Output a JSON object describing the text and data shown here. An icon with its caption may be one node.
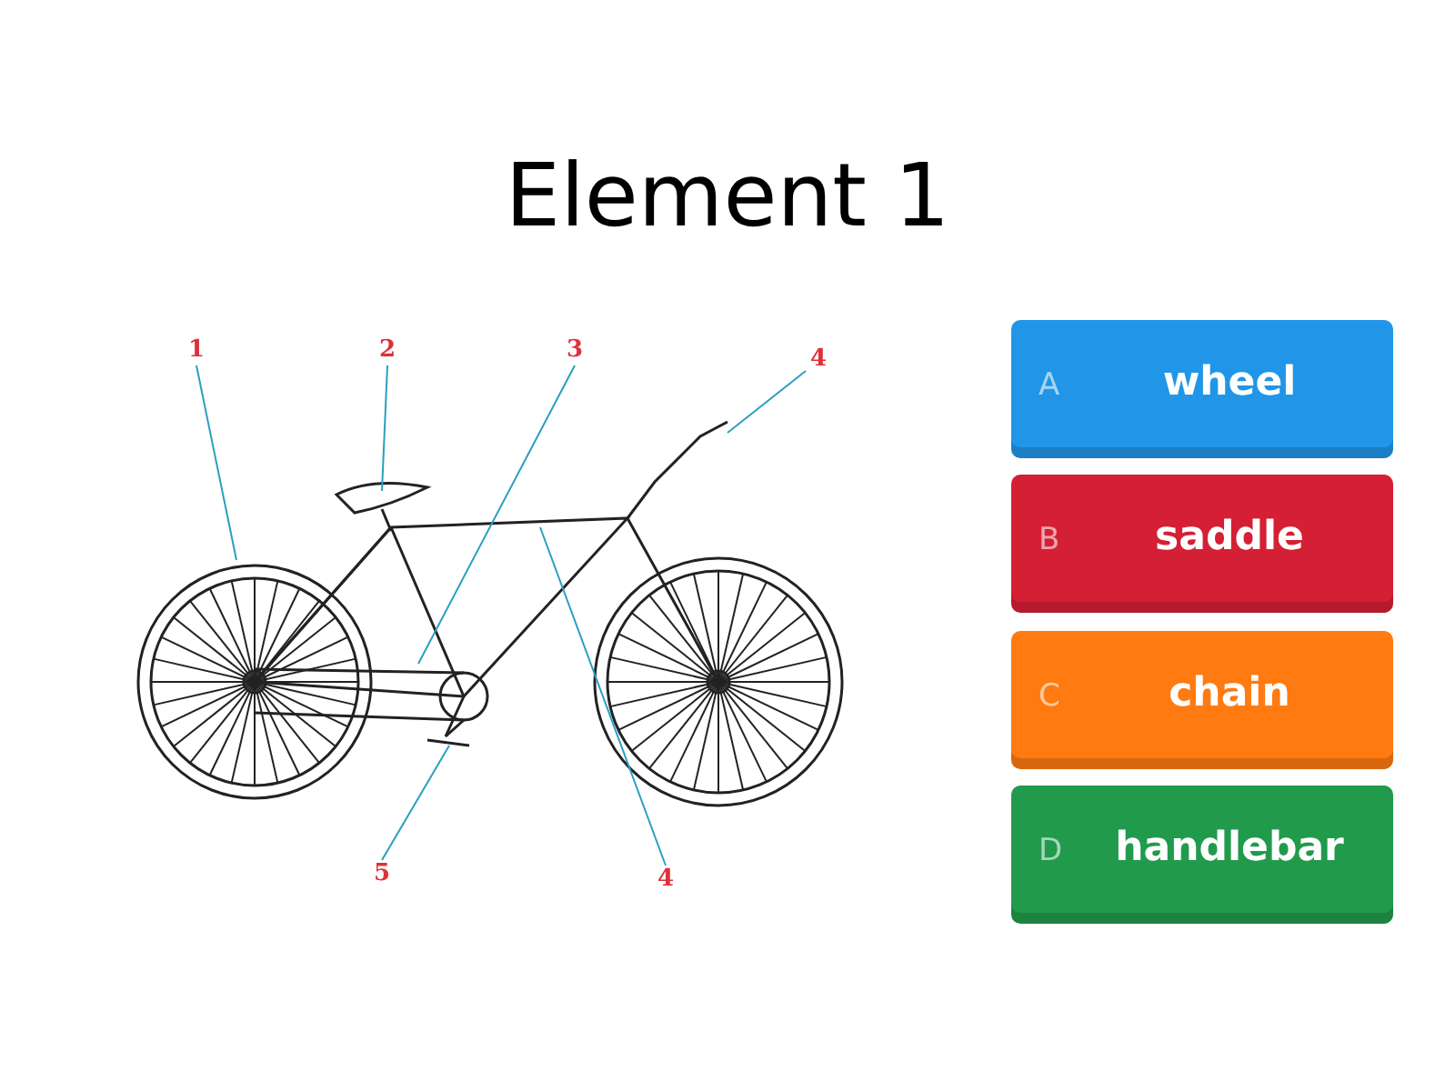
{
  "diagram": {
    "title": "Element 1",
    "nodes": [
      {
        "text": [
          "1"
        ]
      },
      {
        "text": [
          "2"
        ]
      },
      {
        "text": [
          "3"
        ]
      },
      {
        "text": [
          "4"
        ]
      },
      {
        "text": [
          "5"
        ]
      },
      {
        "text": [
          "4"
        ]
      },
      {
        "text": [
          "A",
          "wheel"
        ]
      },
      {
        "text": [
          "B",
          "saddle"
        ]
      },
      {
        "text": [
          "C",
          "chain"
        ]
      },
      {
        "text": [
          "D",
          "handlebar"
        ]
      }
    ],
    "edges": [
      {
        "from": 0,
        "to": null,
        "arrow": "none"
      },
      {
        "from": 1,
        "to": null,
        "arrow": "none"
      },
      {
        "from": 2,
        "to": null,
        "arrow": "none"
      },
      {
        "from": 3,
        "to": null,
        "arrow": "none"
      },
      {
        "from": 4,
        "to": null,
        "arrow": "none"
      },
      {
        "from": 5,
        "to": null,
        "arrow": "none"
      }
    ]
  }
}
